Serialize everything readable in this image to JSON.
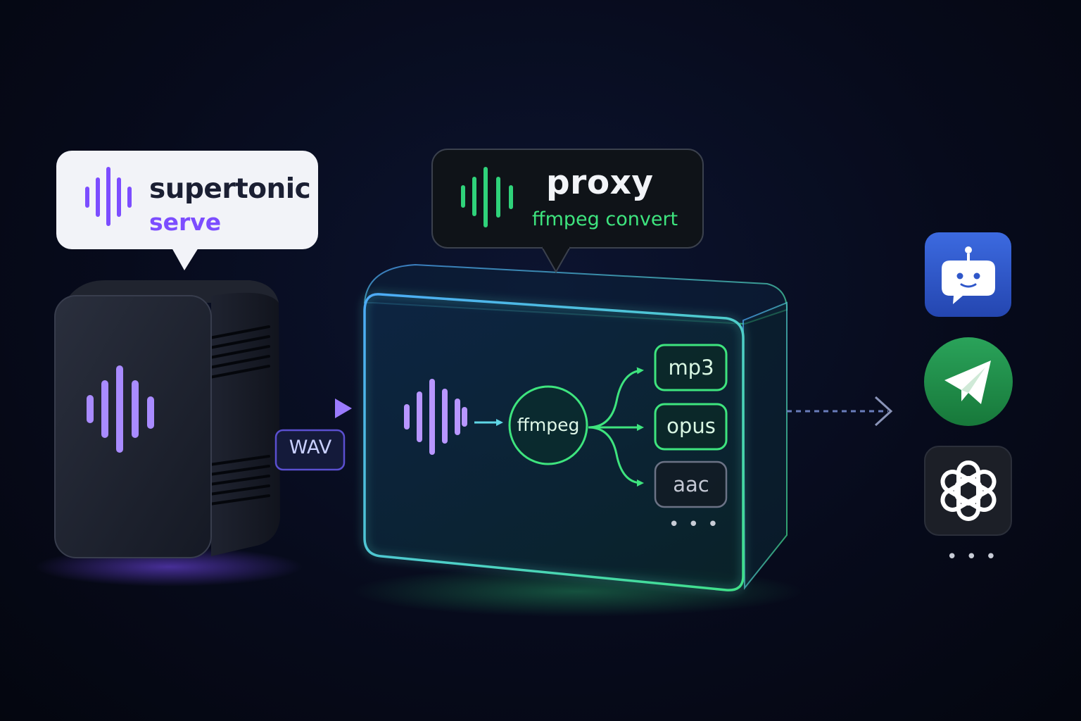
{
  "nodes": {
    "tts_server": {
      "title": "supertonic",
      "subtitle": "serve"
    },
    "proxy": {
      "title": "proxy",
      "subtitle": "ffmpeg convert",
      "converter_label": "ffmpeg"
    }
  },
  "edges": {
    "server_to_proxy": {
      "label": "WAV"
    }
  },
  "output_formats": [
    "mp3",
    "opus",
    "aac"
  ],
  "output_formats_more": "• • •",
  "clients": [
    {
      "icon": "chatbot-robot-icon"
    },
    {
      "icon": "telegram-paper-plane-icon"
    },
    {
      "icon": "openai-knot-icon"
    }
  ],
  "clients_more": "• • •",
  "colors": {
    "background": "#070b1c",
    "accent_purple": "#8b5cf6",
    "accent_green": "#3ee47e",
    "proxy_border": "#4fd1c5",
    "chatbot_bg": "#2f57c9",
    "telegram_bg": "#1f8f45",
    "openai_bg": "#1c1f27"
  }
}
